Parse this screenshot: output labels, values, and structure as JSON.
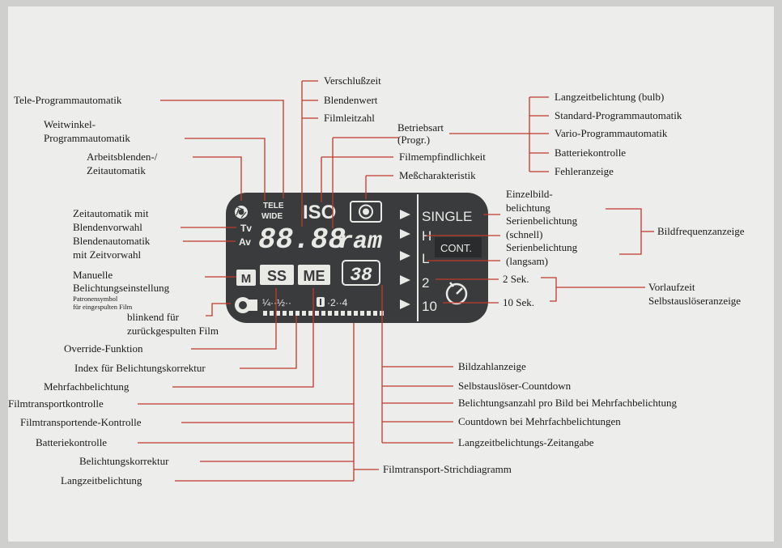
{
  "labels": {
    "tele_programm": "Tele-Programmautomatik",
    "weitwinkel_1": "Weitwinkel-",
    "weitwinkel_2": "Programmautomatik",
    "arbeitsblenden_1": "Arbeitsblenden-/",
    "arbeitsblenden_2": "Zeitautomatik",
    "zeitautomatik_1": "Zeitautomatik mit",
    "zeitautomatik_2": "Blendenvorwahl",
    "blendenautomatik_1": "Blendenautomatik",
    "blendenautomatik_2": "mit Zeitvorwahl",
    "manuelle_1": "Manuelle",
    "manuelle_2": "Belichtungseinstellung",
    "patronensymbol_1": "Patronensymbol",
    "patronensymbol_2": "für eingespulten Film",
    "blinkend_1": "blinkend für",
    "blinkend_2": "zurückgespulten Film",
    "override": "Override-Funktion",
    "index_korrektur": "Index für Belichtungskorrektur",
    "mehrfachbelichtung": "Mehrfachbelichtung",
    "filmtransportkontrolle": "Filmtransportkontrolle",
    "filmtransportende": "Filmtransportende-Kontrolle",
    "batteriekontrolle_left": "Batteriekontrolle",
    "belichtungskorrektur": "Belichtungskorrektur",
    "langzeitbelichtung_left": "Langzeitbelichtung",
    "verschlusszeit": "Verschlußzeit",
    "blendenwert": "Blendenwert",
    "filmleitzahl": "Filmleitzahl",
    "betriebsart_1": "Betriebsart",
    "betriebsart_2": "(Progr.)",
    "filmempfindlichkeit": "Filmempfindlichkeit",
    "messcharakteristik": "Meßcharakteristik",
    "langzeit_bulb": "Langzeitbelichtung (bulb)",
    "standard_programm": "Standard-Programmautomatik",
    "vario_programm": "Vario-Programmautomatik",
    "batteriekontrolle_right": "Batteriekontrolle",
    "fehleranzeige": "Fehleranzeige",
    "einzelbild_1": "Einzelbild-",
    "einzelbild_2": "belichtung",
    "serien_schnell_1": "Serienbelichtung",
    "serien_schnell_2": "(schnell)",
    "serien_langsam_1": "Serienbelichtung",
    "serien_langsam_2": "(langsam)",
    "bildfrequenzanzeige": "Bildfrequenzanzeige",
    "zwei_sek": "2 Sek.",
    "zehn_sek": "10 Sek.",
    "vorlaufzeit_1": "Vorlaufzeit",
    "vorlaufzeit_2": "Selbstauslöseranzeige",
    "bildzahlanzeige": "Bildzahlanzeige",
    "selbstausloeser_countdown": "Selbstauslöser-Countdown",
    "belichtungsanzahl": "Belichtungsanzahl pro Bild bei Mehrfachbelichtung",
    "countdown_mehrfach": "Countdown bei Mehrfachbelichtungen",
    "langzeit_zeitangabe": "Langzeitbelichtungs-Zeitangabe",
    "filmtransport_strich": "Filmtransport-Strichdiagramm"
  },
  "lcd": {
    "tele": "TELE",
    "wide": "WIDE",
    "iso": "ISO",
    "tv": "Tv",
    "av": "Av",
    "digits": "88.88",
    "ram": "ram",
    "m": "M",
    "ss": "SS",
    "me": "ME",
    "counter": "38",
    "scale": "¼··½··",
    "scale_2": "·2··4",
    "single": "SINGLE",
    "h": "H",
    "cont": "CONT.",
    "l": "L",
    "two": "2",
    "ten": "10"
  },
  "colors": {
    "leader_line": "#c0392b",
    "lcd_background": "#3a3b3d",
    "lcd_segment": "#e9e9e6",
    "page": "#ededeb"
  }
}
